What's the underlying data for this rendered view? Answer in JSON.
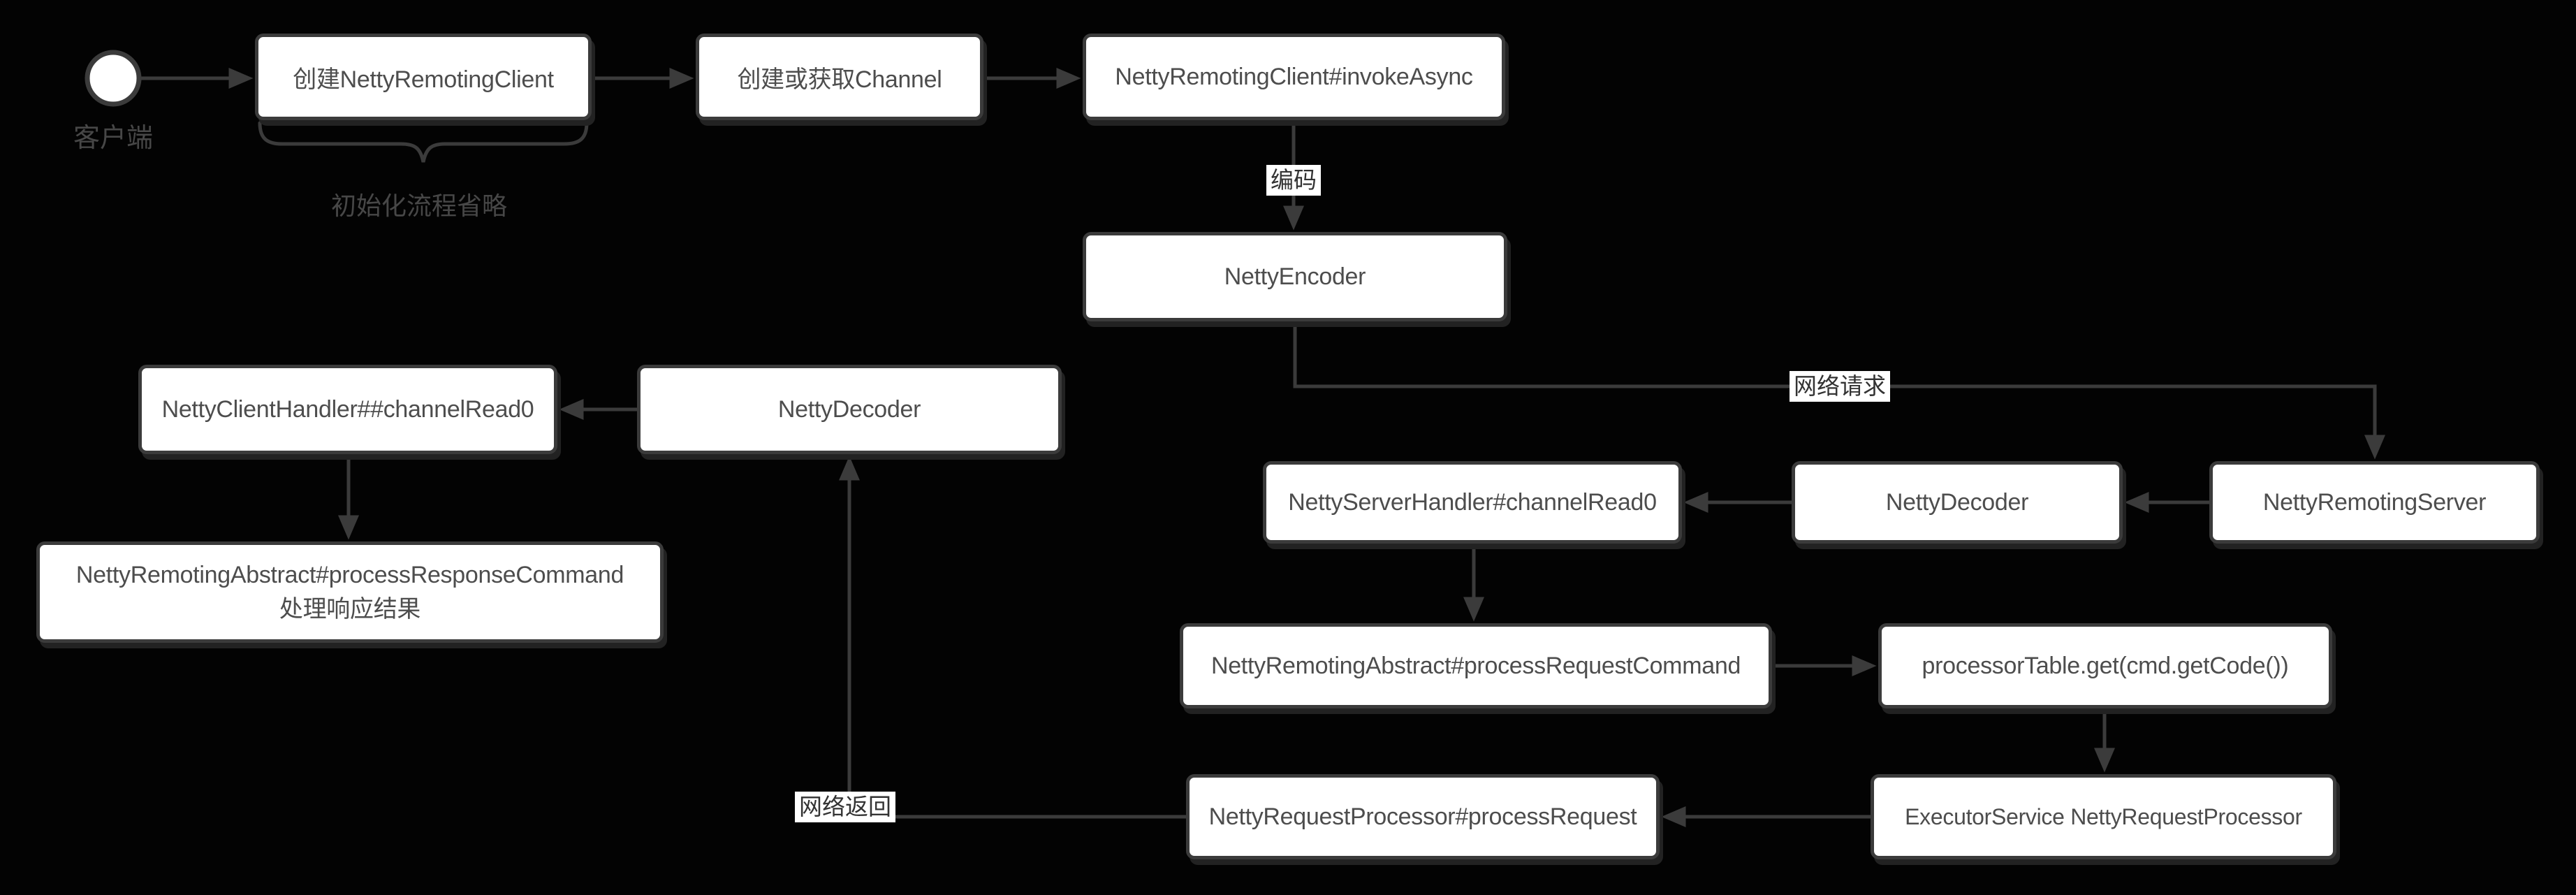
{
  "diagram": {
    "title": "Netty remoting request flow",
    "colors": {
      "background": "#030303",
      "box_fill": "#ffffff",
      "stroke": "#3b3b3b",
      "box_text": "#4d4d4d",
      "muted_text": "#474747",
      "edge_label_bg": "#ffffff",
      "edge_label_text": "#333333"
    },
    "start": {
      "label": "客户端"
    },
    "note": "初始化流程省略",
    "nodes": {
      "create_client": "创建NettyRemotingClient",
      "create_channel": "创建或获取Channel",
      "invoke_async": "NettyRemotingClient#invokeAsync",
      "netty_encoder": "NettyEncoder",
      "client_handler": "NettyClientHandler##channelRead0",
      "client_decoder": "NettyDecoder",
      "process_response_line1": "NettyRemotingAbstract#processResponseCommand",
      "process_response_line2": "处理响应结果",
      "server_handler": "NettyServerHandler#channelRead0",
      "server_decoder": "NettyDecoder",
      "remoting_server": "NettyRemotingServer",
      "process_request_cmd": "NettyRemotingAbstract#processRequestCommand",
      "processor_table": "processorTable.get(cmd.getCode())",
      "request_processor": "NettyRequestProcessor#processRequest",
      "executor_service": "ExecutorService NettyRequestProcessor"
    },
    "edge_labels": {
      "encode": "编码",
      "network_request": "网络请求",
      "network_return": "网络返回"
    }
  }
}
